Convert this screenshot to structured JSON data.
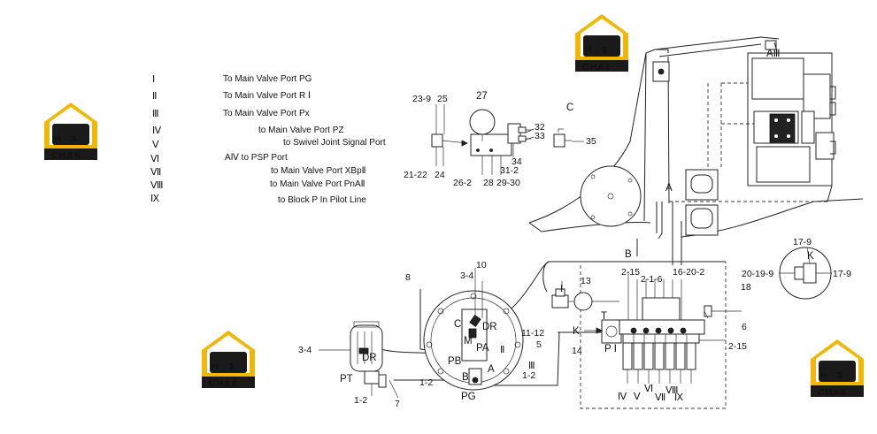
{
  "legend": [
    {
      "num": "Ⅰ",
      "desc": "To Main Valve Port PG"
    },
    {
      "num": "Ⅱ",
      "desc": "To Main Valve Port R Ⅰ"
    },
    {
      "num": "Ⅲ",
      "desc": "To Main Valve Port Px"
    },
    {
      "num": "Ⅳ",
      "desc": "to Main Valve Port PZ"
    },
    {
      "num": "Ⅴ",
      "desc": "to Swivel Joint Signal Port"
    },
    {
      "num": "Ⅵ",
      "desc": "AⅣ to PSP Port"
    },
    {
      "num": "Ⅶ",
      "desc": "to Main Valve Port XBpⅡ"
    },
    {
      "num": "Ⅷ",
      "desc": "to Main Valve Port PnAⅡ"
    },
    {
      "num": "Ⅸ",
      "desc": "to Block P In Pilot Line"
    }
  ],
  "watermark": {
    "text": "CHA6",
    "color_gold": "#f2b705",
    "color_dark": "#1a1a1a"
  },
  "detail_labels": {
    "n23_9": "23-9",
    "n25": "25",
    "n27": "27",
    "nC": "C",
    "n32": "32",
    "n33": "33",
    "n35": "35",
    "n21_22": "21-22",
    "n24": "24",
    "n26_2": "26-2",
    "n28": "28",
    "n29_30": "29-30",
    "n31_2": "31-2",
    "n34": "34"
  },
  "machine_labels": {
    "aiii": "AⅢ",
    "a": "A",
    "b": "B"
  },
  "pump_labels": {
    "n8": "8",
    "n10": "10",
    "n3_4_top": "3-4",
    "nC": "C",
    "nDR": "DR",
    "nM": "M",
    "nPA": "PA",
    "nII": "Ⅱ",
    "n11_12": "11-12",
    "n5": "5",
    "nPB": "PB",
    "nA": "A",
    "nB": "B",
    "nIII": "Ⅲ",
    "n1_2_right": "1-2",
    "n1_2_left": "1-2",
    "nPG": "PG",
    "n14": "14"
  },
  "left_pump_labels": {
    "n3_4": "3-4",
    "nDR": "DR",
    "nPT": "PT",
    "n1_2": "1-2",
    "n7": "7"
  },
  "valve_labels": {
    "nI": "Ⅰ",
    "n13": "13",
    "n2_15_top": "2-15",
    "n2_1_6": "2-1-6",
    "n16_20_2": "16-20-2",
    "n18": "18",
    "n6": "6",
    "nT": "T",
    "nK": "K",
    "nPI": "P Ⅰ",
    "n2_15_right": "2-15",
    "nIV": "Ⅳ",
    "nV": "Ⅴ",
    "nVI": "Ⅵ",
    "nVII": "Ⅶ",
    "nVIII": "Ⅷ",
    "nIX": "Ⅸ"
  },
  "k_detail_labels": {
    "n17_9_top": "17-9",
    "nK": "K",
    "n20_19_9": "20-19-9",
    "n17_9_right": "17-9"
  }
}
